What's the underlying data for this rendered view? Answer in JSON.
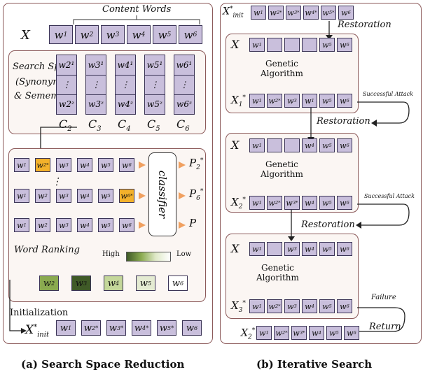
{
  "left": {
    "content_words_label": "Content Words",
    "x_label": "X",
    "x_tokens": [
      "w1",
      "w2",
      "w3",
      "w4",
      "w5",
      "w6"
    ],
    "search_space_label": [
      "Search Space",
      "(Synonyms",
      "& Sememes)"
    ],
    "search_columns": [
      {
        "top": "w2¹",
        "bottom": "w2ᶻ",
        "set": "C2"
      },
      {
        "top": "w3¹",
        "bottom": "w3ᶻ",
        "set": "C3"
      },
      {
        "top": "w4¹",
        "bottom": "w4ᶻ",
        "set": "C4"
      },
      {
        "top": "w5¹",
        "bottom": "w5ᶻ",
        "set": "C5"
      },
      {
        "top": "w6¹",
        "bottom": "w6ᶻ",
        "set": "C6"
      }
    ],
    "dots": "⋮",
    "ranking_rows": [
      {
        "tokens": [
          "w1",
          "w2*",
          "w3",
          "w4",
          "w5",
          "w6"
        ],
        "output": "P2*"
      },
      {
        "tokens": [
          "w1",
          "w2",
          "w3",
          "w4",
          "w5",
          "w6*"
        ],
        "output": "P6*"
      },
      {
        "tokens": [
          "w1",
          "w2",
          "w3",
          "w4",
          "w5",
          "w6"
        ],
        "output": "P"
      }
    ],
    "classifier_label": "classifier",
    "word_ranking_label": "Word Ranking",
    "high_label": "High",
    "low_label": "Low",
    "ranked_tokens": [
      "w2",
      "w3",
      "w4",
      "w5",
      "w6"
    ],
    "init_label": "Initialization",
    "init_x_label": "X*init",
    "init_tokens": [
      "w1",
      "w2*",
      "w3*",
      "w4*",
      "w5*",
      "w6"
    ]
  },
  "right": {
    "top_x_label": "X*init",
    "top_tokens": [
      "w1",
      "w2*",
      "w3*",
      "w4*",
      "w5*",
      "w6"
    ],
    "restoration_label": "Restoration",
    "ga_label_1": "Genetic",
    "ga_label_2": "Algorithm",
    "block1": {
      "x_tokens": [
        "w1",
        "",
        "",
        "",
        "w5",
        "w6"
      ],
      "xi_label": "X1*",
      "xi_tokens": [
        "w1",
        "w2*",
        "w3",
        "w1",
        "w5",
        "w6"
      ]
    },
    "block2": {
      "x_tokens": [
        "w1",
        "",
        "",
        "w4",
        "w5",
        "w6"
      ],
      "xi_label": "X2*",
      "xi_tokens": [
        "w1",
        "w2*",
        "w3*",
        "w4",
        "w5",
        "w6"
      ]
    },
    "block3": {
      "x_tokens": [
        "w1",
        "",
        "w3",
        "w4",
        "w5",
        "w6"
      ],
      "xi_label": "X3*",
      "xi_tokens": [
        "w1",
        "w2*",
        "w3",
        "w4",
        "w5",
        "w6"
      ]
    },
    "successful_attack": "Successful Attack",
    "failure_label": "Failure",
    "return_label": "Return",
    "final_label": "X2*",
    "final_tokens": [
      "w1",
      "w2*",
      "w3*",
      "w4",
      "w5",
      "w6"
    ]
  },
  "captions": {
    "a": "(a)  Search Space Reduction",
    "b": "(b)  Iterative Search"
  }
}
